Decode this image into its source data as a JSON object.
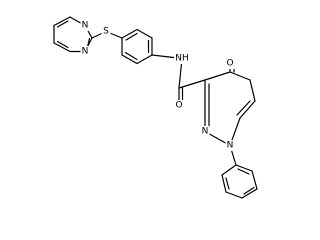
{
  "atom_labels": {
    "s1": "S",
    "n_pyrimidine_a": "N",
    "n_pyrimidine_b": "N",
    "nh": "NH",
    "o_amide": "O",
    "o_ketone": "O",
    "n_pyridazine_2": "N",
    "n_pyridazine_1": "N"
  },
  "colors": {
    "bond": "#000000",
    "label": "#000000",
    "background": "#ffffff"
  }
}
